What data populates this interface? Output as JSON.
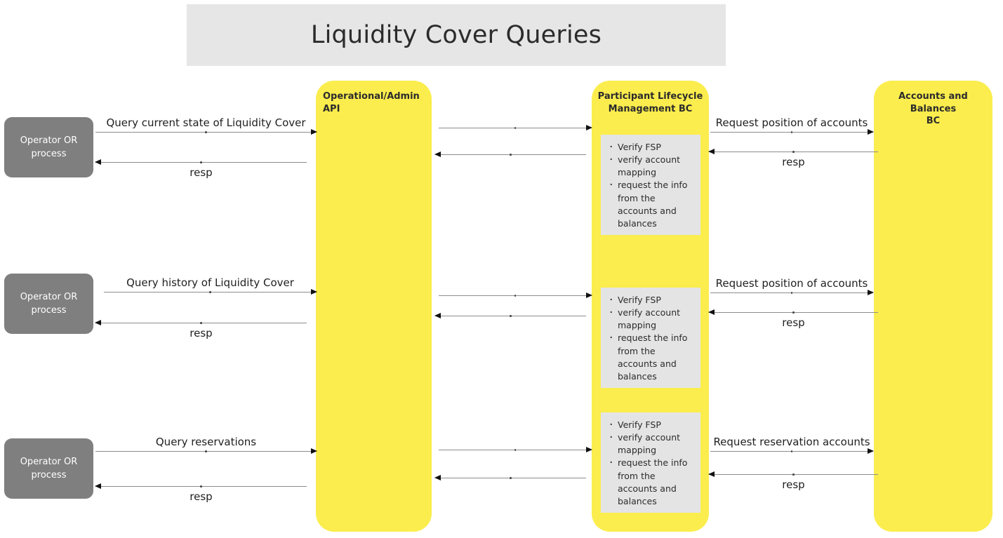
{
  "title": {
    "text": "Liquidity Cover Queries"
  },
  "colors": {
    "lane": "#fbed4d",
    "actor": "#7f7f7f",
    "note": "#e4e4e4",
    "banner": "#e6e6e6",
    "arrow_line": "#8c8c8c",
    "arrow_head": "#111111"
  },
  "lanes": [
    {
      "id": "operational-admin-api",
      "label": "Operational/Admin API",
      "align": "left"
    },
    {
      "id": "participant-lifecycle-management-bc",
      "label": "Participant Lifecycle\nManagement BC",
      "align": "center"
    },
    {
      "id": "accounts-and-balances-bc",
      "label": "Accounts and Balances\nBC",
      "align": "center"
    }
  ],
  "actors": [
    {
      "id": "operator-or-process-1",
      "label": "Operator OR\nprocess"
    },
    {
      "id": "operator-or-process-2",
      "label": "Operator OR\nprocess"
    },
    {
      "id": "operator-or-process-3",
      "label": "Operator OR\nprocess"
    }
  ],
  "notes": [
    {
      "id": "note-1",
      "items": [
        "Verify FSP",
        "verify account mapping",
        "request the info from the accounts and balances"
      ]
    },
    {
      "id": "note-2",
      "items": [
        "Verify FSP",
        "verify account mapping",
        "request the info from the accounts and balances"
      ]
    },
    {
      "id": "note-3",
      "items": [
        "Verify FSP",
        "verify account mapping",
        "request the info from the accounts and balances"
      ]
    }
  ],
  "messages": [
    {
      "id": "m1",
      "label": "Query current state of Liquidity Cover",
      "direction": "right",
      "label_pos": "above"
    },
    {
      "id": "m2",
      "label": "",
      "direction": "right",
      "label_pos": "above"
    },
    {
      "id": "m3",
      "label": "Request position of accounts",
      "direction": "right",
      "label_pos": "above"
    },
    {
      "id": "m4",
      "label": "",
      "direction": "left",
      "label_pos": "below"
    },
    {
      "id": "m5",
      "label": "resp",
      "direction": "left",
      "label_pos": "below"
    },
    {
      "id": "m6",
      "label": "resp",
      "direction": "left",
      "label_pos": "below"
    },
    {
      "id": "m7",
      "label": "Query history of Liquidity Cover",
      "direction": "right",
      "label_pos": "above"
    },
    {
      "id": "m8",
      "label": "",
      "direction": "right",
      "label_pos": "above"
    },
    {
      "id": "m9",
      "label": "Request position of accounts",
      "direction": "right",
      "label_pos": "above"
    },
    {
      "id": "m10",
      "label": "",
      "direction": "left",
      "label_pos": "below"
    },
    {
      "id": "m11",
      "label": "resp",
      "direction": "left",
      "label_pos": "below"
    },
    {
      "id": "m12",
      "label": "resp",
      "direction": "left",
      "label_pos": "below"
    },
    {
      "id": "m13",
      "label": "Query reservations",
      "direction": "right",
      "label_pos": "above"
    },
    {
      "id": "m14",
      "label": "",
      "direction": "right",
      "label_pos": "above"
    },
    {
      "id": "m15",
      "label": "Request reservation accounts",
      "direction": "right",
      "label_pos": "above"
    },
    {
      "id": "m16",
      "label": "",
      "direction": "left",
      "label_pos": "below"
    },
    {
      "id": "m17",
      "label": "resp",
      "direction": "left",
      "label_pos": "below"
    },
    {
      "id": "m18",
      "label": "resp",
      "direction": "left",
      "label_pos": "below"
    }
  ]
}
